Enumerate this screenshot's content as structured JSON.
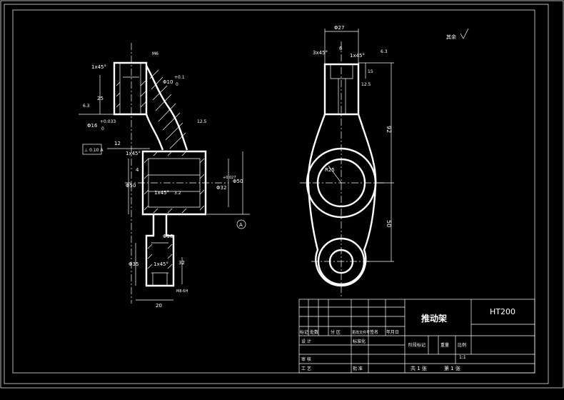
{
  "title_block": {
    "part_name": "推动架",
    "material": "HT200",
    "header_cells": [
      "标记",
      "处数",
      "分 区",
      "更改文件号",
      "签名",
      "年月日"
    ],
    "design_label": "设 计",
    "standardization_label": "标准化",
    "review_label": "审 核",
    "process_label": "工 艺",
    "approve_label": "批 准",
    "stage_label": "阶段标记",
    "weight_label": "重量",
    "scale_label": "比例",
    "scale_value": "1:1",
    "sheets_total": "共 1 张",
    "sheet_no": "第 1 张"
  },
  "notes": {
    "other_roughness": "其余"
  },
  "left_view": {
    "chamfer_top": "1x45°",
    "bore_dia": "Φ10",
    "bore_tol_upper": "+0.1",
    "bore_tol_lower": "0",
    "dia16": "Φ16",
    "tol_033": "+0.033",
    "tol_0": "0",
    "dim_25": "25",
    "dim_12": "12",
    "dim_4": "4",
    "dim_50": "Φ50",
    "dim_32": "Φ32",
    "tol_027": "+0.027",
    "chamfer_mid": "1x45°",
    "chamfer_low": "1x45°",
    "dim_16": "Φ16",
    "dim_35": "Φ35",
    "dim_20": "20",
    "dim_32b": "32",
    "chamfer_bot": "1x45°",
    "rough_63": "6.3",
    "rough_125": "12.5",
    "rough_32": "3.2",
    "datum_frame": "⊥ 0.10 A",
    "datum_a": "A",
    "thread": "M8-6H",
    "dim_m6": "M6"
  },
  "right_view": {
    "dia27": "Φ27",
    "dim_6": "6",
    "chamfer_l": "3x45°",
    "chamfer_r": "1x45°",
    "rough_63": "6.3",
    "dim_92": "92",
    "dim_50": "50",
    "r25": "R25",
    "dim_15": "15",
    "rough_125": "12.5"
  }
}
